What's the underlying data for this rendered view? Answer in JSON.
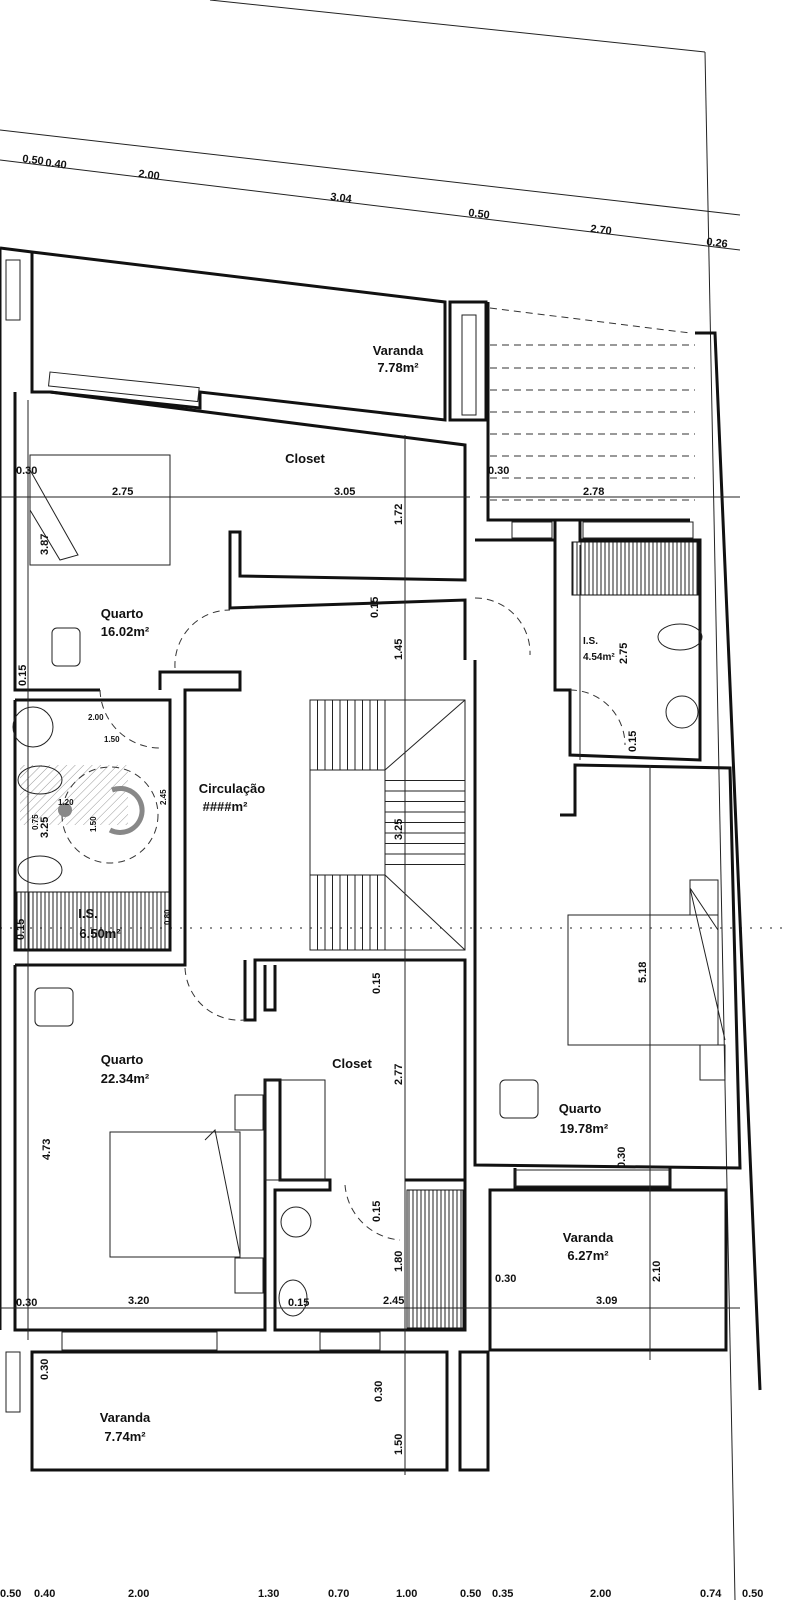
{
  "rooms": [
    {
      "name": "Varanda",
      "area": "7.78m²"
    },
    {
      "name": "Closet"
    },
    {
      "name": "Quarto",
      "area": "16.02m²"
    },
    {
      "name": "Circulação",
      "area": "####m²"
    },
    {
      "name": "I.S.",
      "area": "6.50m²"
    },
    {
      "name": "I.S.",
      "area": "4.54m²"
    },
    {
      "name": "Quarto",
      "area": "22.34m²"
    },
    {
      "name": "Closet"
    },
    {
      "name": "Quarto",
      "area": "19.78m²"
    },
    {
      "name": "Varanda",
      "area": "6.27m²"
    },
    {
      "name": "Varanda",
      "area": "7.74m²"
    }
  ],
  "top_dimensions": [
    "0.50",
    "0.40",
    "2.00",
    "3.04",
    "0.50",
    "2.70",
    "0.26"
  ],
  "bottom_dimensions": [
    "0.50",
    "0.40",
    "2.00",
    "1.30",
    "0.70",
    "1.00",
    "0.50",
    "0.35",
    "2.00",
    "0.74",
    "0.50"
  ],
  "interior_dimensions": {
    "h": [
      "0.30",
      "2.75",
      "3.05",
      "0.30",
      "2.78",
      "0.15",
      "0.80",
      "0.30",
      "3.20",
      "0.15",
      "2.45",
      "0.30",
      "3.09",
      "2.00",
      "1.50",
      "1.20"
    ],
    "v": [
      "1.72",
      "3.87",
      "0.15",
      "1.45",
      "0.15",
      "2.75",
      "0.15",
      "3.25",
      "5.18",
      "0.15",
      "2.77",
      "4.73",
      "0.30",
      "0.15",
      "1.80",
      "2.10",
      "0.30",
      "0.30",
      "1.50",
      "2.45",
      "3.25",
      "0.75",
      "1.50"
    ]
  }
}
